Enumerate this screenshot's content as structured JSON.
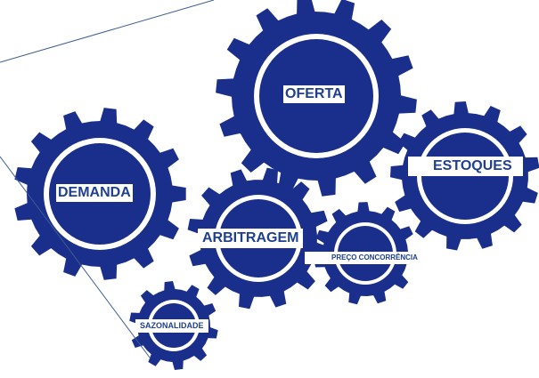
{
  "colors": {
    "gear": "#1a2e8c",
    "label": "#1f3f8f",
    "line": "#3e5c8f",
    "background": "#ffffff"
  },
  "gears": [
    {
      "id": "oferta",
      "label": "OFERTA"
    },
    {
      "id": "estoques",
      "label": "ESTOQUES"
    },
    {
      "id": "demanda",
      "label": "DEMANDA"
    },
    {
      "id": "arbitragem",
      "label": "ARBITRAGEM"
    },
    {
      "id": "preco",
      "label": "PREÇO CONCORRÊNCIA"
    },
    {
      "id": "sazonalidade",
      "label": "SAZONALIDADE"
    }
  ]
}
